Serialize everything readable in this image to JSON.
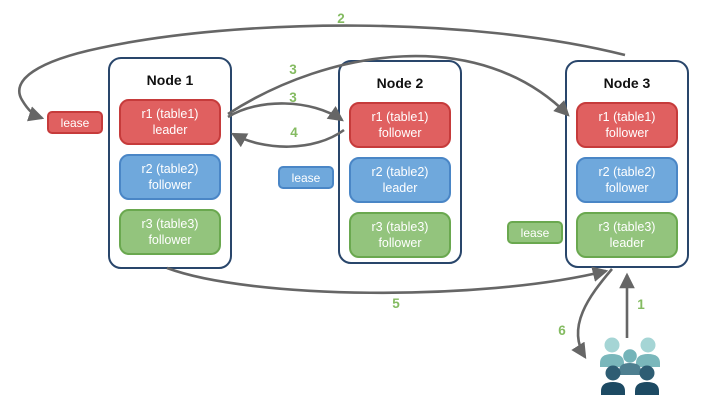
{
  "nodes": [
    {
      "title": "Node 1",
      "replicas": [
        {
          "name": "r1 (table1)",
          "role": "leader",
          "color": "#e06060"
        },
        {
          "name": "r2 (table2)",
          "role": "follower",
          "color": "#6fa8dc"
        },
        {
          "name": "r3 (table3)",
          "role": "follower",
          "color": "#93c47d"
        }
      ]
    },
    {
      "title": "Node 2",
      "replicas": [
        {
          "name": "r1 (table1)",
          "role": "follower",
          "color": "#e06060"
        },
        {
          "name": "r2 (table2)",
          "role": "leader",
          "color": "#6fa8dc"
        },
        {
          "name": "r3 (table3)",
          "role": "follower",
          "color": "#93c47d"
        }
      ]
    },
    {
      "title": "Node 3",
      "replicas": [
        {
          "name": "r1 (table1)",
          "role": "follower",
          "color": "#e06060"
        },
        {
          "name": "r2 (table2)",
          "role": "follower",
          "color": "#6fa8dc"
        },
        {
          "name": "r3 (table3)",
          "role": "leader",
          "color": "#93c47d"
        }
      ]
    }
  ],
  "leases": [
    {
      "label": "lease",
      "color": "#e06060"
    },
    {
      "label": "lease",
      "color": "#6fa8dc"
    },
    {
      "label": "lease",
      "color": "#93c47d"
    }
  ],
  "arrows": [
    {
      "label": "1",
      "from": "clients",
      "to": "node3"
    },
    {
      "label": "2",
      "from": "node3",
      "to": "red-lease"
    },
    {
      "label": "3",
      "from": "node1-r1-leader",
      "to": "node2-r1-follower"
    },
    {
      "label": "3",
      "from": "node1-r1-leader",
      "to": "node3-r1-follower"
    },
    {
      "label": "4",
      "from": "node2-r1-follower",
      "to": "node1-r1-leader"
    },
    {
      "label": "5",
      "from": "node1",
      "to": "node3"
    },
    {
      "label": "6",
      "from": "node3",
      "to": "clients"
    }
  ],
  "icons": {
    "clients": "users-group-icon"
  },
  "colors": {
    "red_fill": "#e06060",
    "red_border": "#c63b3b",
    "blue_fill": "#6fa8dc",
    "blue_border": "#4a86c6",
    "green_fill": "#93c47d",
    "green_border": "#6aa84f",
    "node_border": "#29466b",
    "arrow": "#666666",
    "step_label": "#84bb61",
    "users_light": "#a5d5d5",
    "users_mid": "#4e7f90",
    "users_dark": "#1d4a63"
  }
}
